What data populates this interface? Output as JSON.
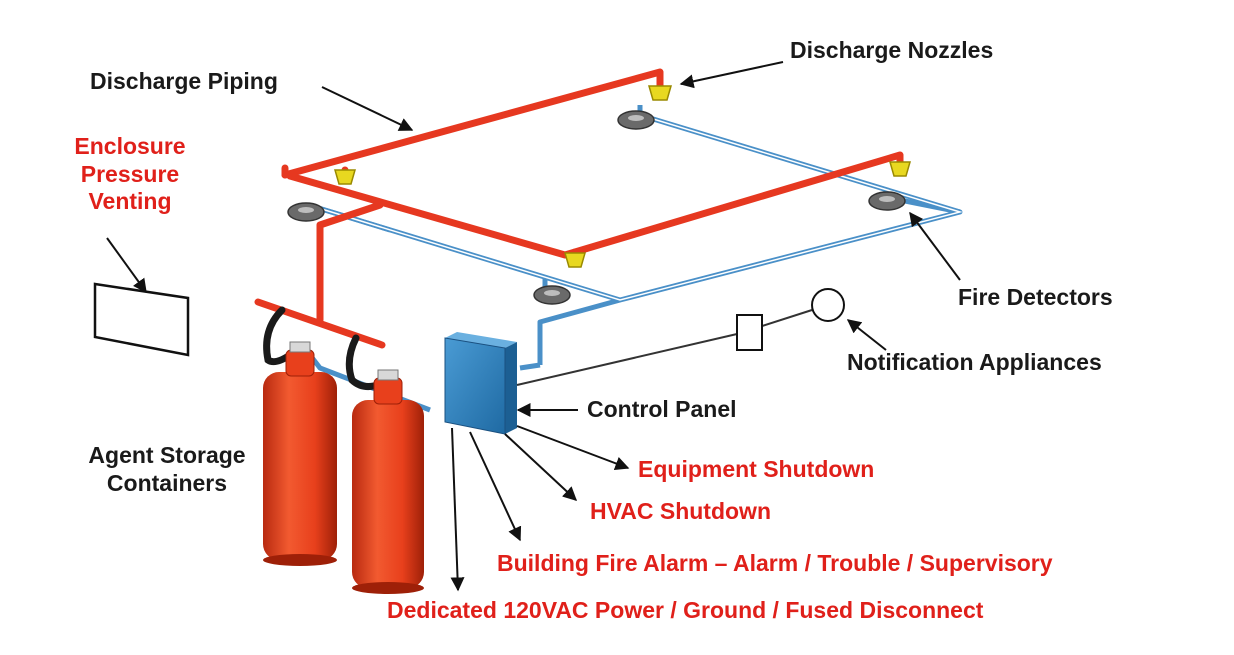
{
  "colors": {
    "discharge_pipe": "#e63820",
    "detector_wire": "#4a90c8",
    "cylinder": "#e8401c",
    "panel": "#2e7fba",
    "nozzle": "#e8d820",
    "label_black": "#1a1a1a",
    "label_red": "#e0201a"
  },
  "labels": {
    "discharge_nozzles": "Discharge Nozzles",
    "discharge_piping": "Discharge Piping",
    "enclosure_venting": [
      "Enclosure",
      "Pressure",
      "Venting"
    ],
    "fire_detectors": "Fire Detectors",
    "notification_appliances": "Notification Appliances",
    "control_panel": "Control Panel",
    "agent_storage": [
      "Agent Storage",
      "Containers"
    ],
    "equipment_shutdown": "Equipment Shutdown",
    "hvac_shutdown": "HVAC Shutdown",
    "building_fire_alarm": "Building Fire Alarm – Alarm / Trouble / Supervisory",
    "dedicated_power": "Dedicated 120VAC Power / Ground / Fused Disconnect"
  },
  "icons": [
    "nozzle-icon",
    "smoke-detector-icon",
    "horn-strobe-icon",
    "agent-cylinder-icon",
    "control-panel-icon",
    "vent-panel-icon"
  ]
}
